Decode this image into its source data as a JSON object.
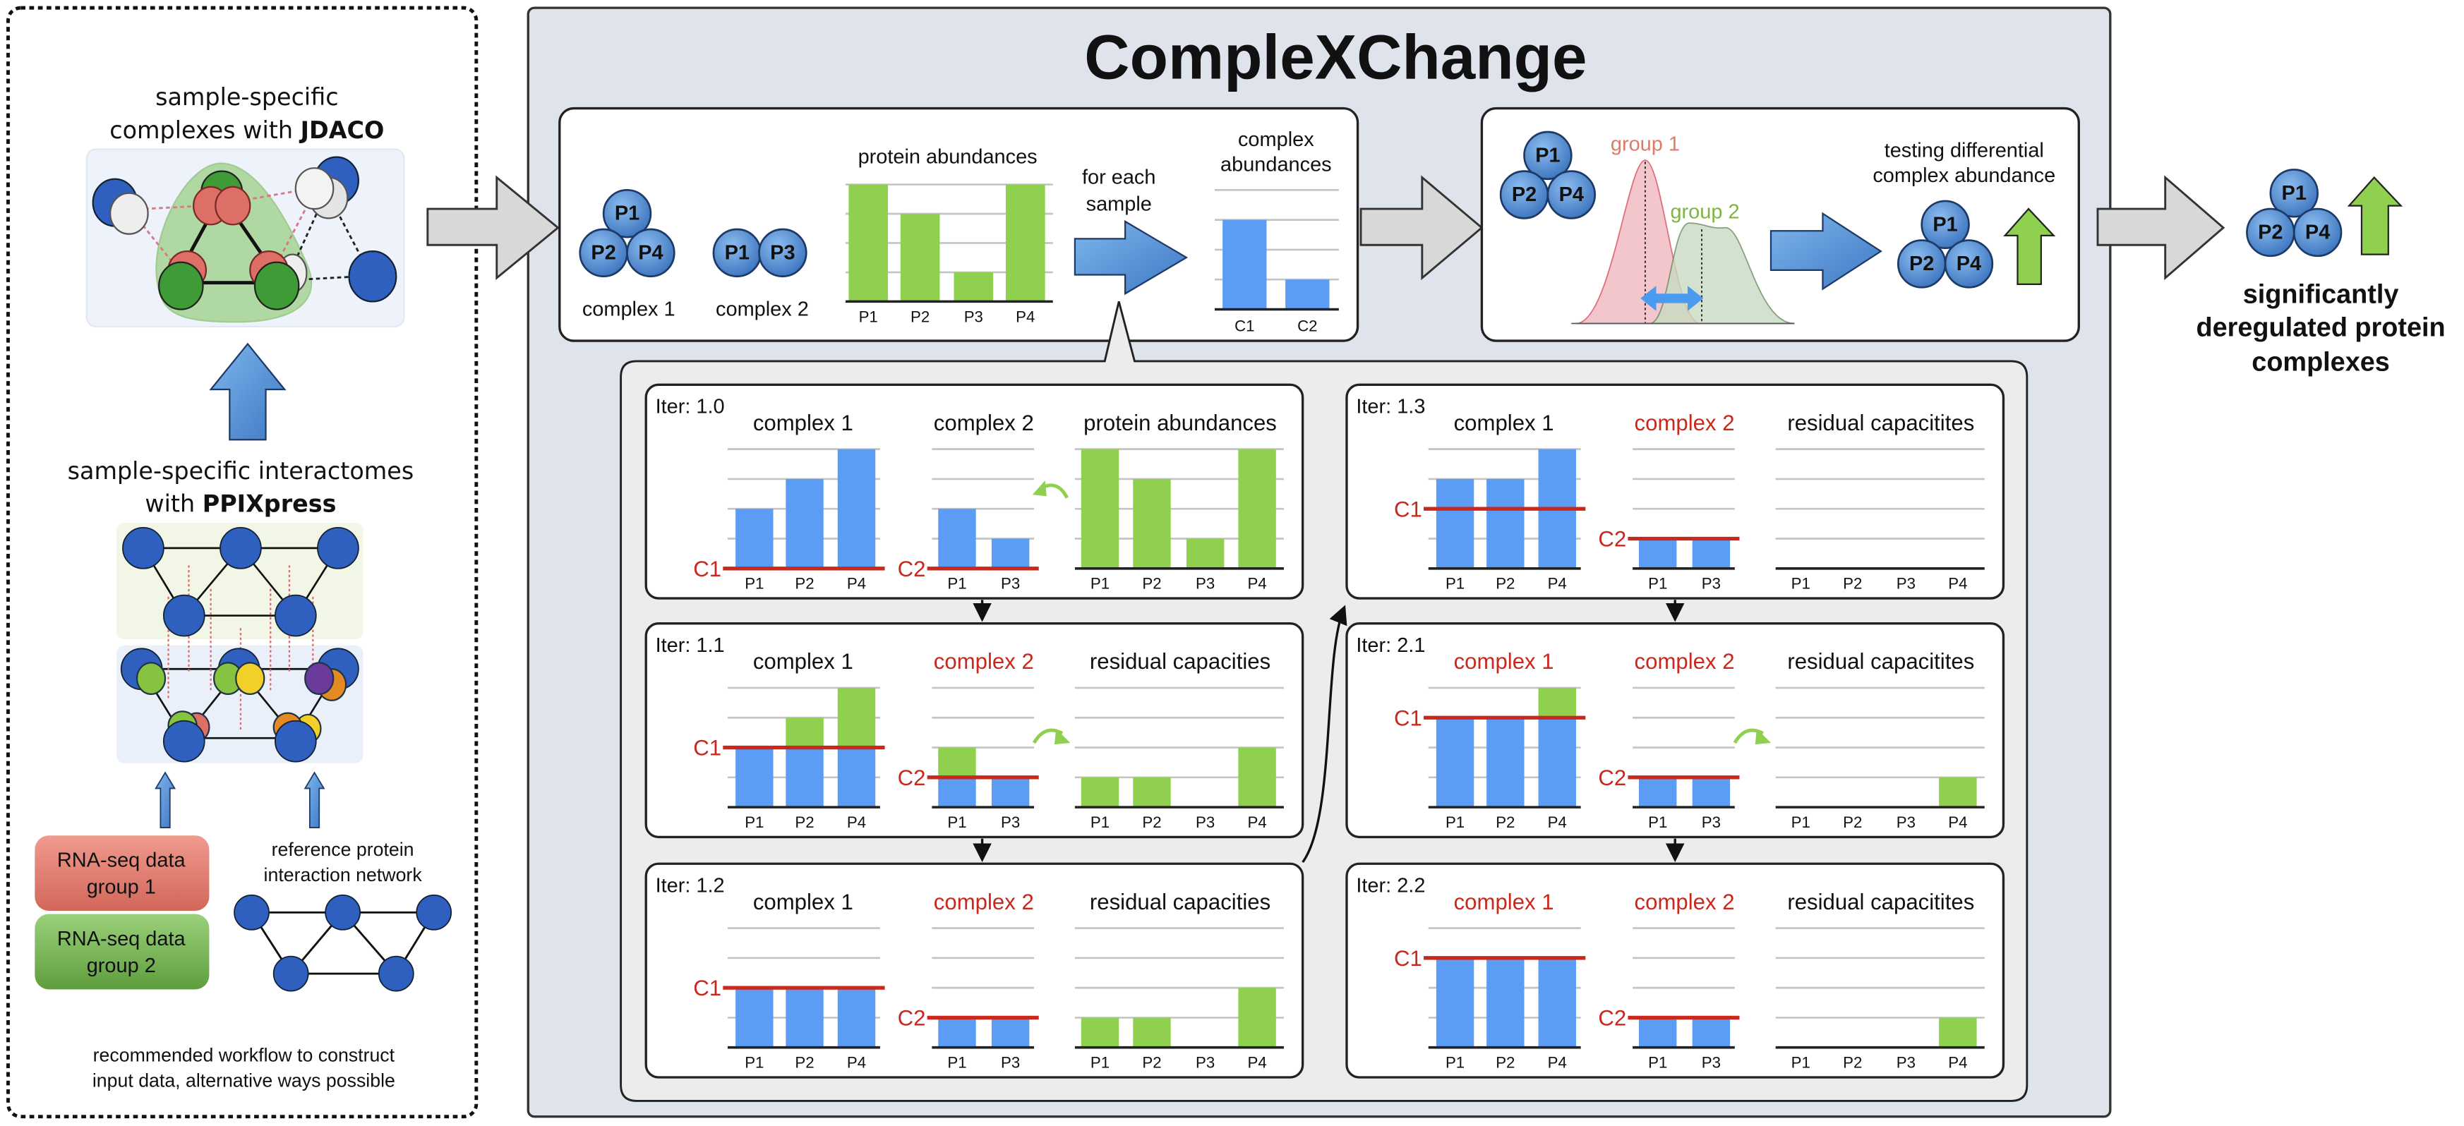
{
  "title": "CompleXChange",
  "colors": {
    "blue_bar": "#5b9cf5",
    "green_bar": "#8fd14f",
    "threshold": "#c9281c",
    "highlight_title": "#c9281c",
    "group1": "#e07a68",
    "group2": "#7db544",
    "panel_background": "#dfe4ec",
    "iteration_background": "#ececec"
  },
  "left_panel": {
    "jdaco_title_line1": "sample-specific",
    "jdaco_title_line2_prefix": "complexes with ",
    "jdaco_title_line2_bold": "JDACO",
    "ppi_title_line1": "sample-specific interactomes",
    "ppi_title_line2_prefix": "with ",
    "ppi_title_line2_bold": "PPIXpress",
    "rna_group1": [
      "RNA-seq data",
      "group 1"
    ],
    "rna_group2": [
      "RNA-seq data",
      "group 2"
    ],
    "reference_network": [
      "reference protein",
      "interaction network"
    ],
    "footnote": [
      "recommended workflow to construct",
      "input data, alternative ways possible"
    ]
  },
  "overview": {
    "complex1": {
      "label": "complex 1",
      "proteins": [
        "P1",
        "P2",
        "P4"
      ]
    },
    "complex2": {
      "label": "complex 2",
      "proteins": [
        "P1",
        "P3"
      ]
    },
    "protein_abundances": {
      "title": "protein abundances",
      "categories": [
        "P1",
        "P2",
        "P3",
        "P4"
      ],
      "values": [
        4,
        3,
        1,
        4
      ]
    },
    "for_each_sample": [
      "for each",
      "sample"
    ],
    "complex_abundances": {
      "title": [
        "complex",
        "abundances"
      ],
      "categories": [
        "C1",
        "C2"
      ],
      "values": [
        3,
        1
      ]
    }
  },
  "testing": {
    "complex_proteins": [
      "P1",
      "P2",
      "P4"
    ],
    "group1": "group 1",
    "group2": "group 2",
    "title": [
      "testing differential",
      "complex abundance"
    ],
    "result_proteins": [
      "P1",
      "P2",
      "P4"
    ],
    "direction": "up"
  },
  "result": {
    "proteins": [
      "P1",
      "P2",
      "P4"
    ],
    "direction": "up",
    "label": [
      "significantly",
      "deregulated protein",
      "complexes"
    ]
  },
  "iterations": [
    {
      "label": "Iter: 1.0",
      "flow_arrow": "left",
      "charts": [
        {
          "title": "complex 1",
          "highlighted": false,
          "categories": [
            "P1",
            "P2",
            "P4"
          ],
          "base": [
            2,
            3,
            4
          ],
          "excess": [
            0,
            0,
            0
          ],
          "threshold_label": "C1",
          "threshold": 0
        },
        {
          "title": "complex 2",
          "highlighted": false,
          "categories": [
            "P1",
            "P3"
          ],
          "base": [
            2,
            1
          ],
          "excess": [
            0,
            0
          ],
          "threshold_label": "C2",
          "threshold": 0
        },
        {
          "title": "protein abundances",
          "highlighted": false,
          "categories": [
            "P1",
            "P2",
            "P3",
            "P4"
          ],
          "values": [
            4,
            3,
            1,
            4
          ]
        }
      ]
    },
    {
      "label": "Iter: 1.1",
      "flow_arrow": "right",
      "charts": [
        {
          "title": "complex 1",
          "highlighted": false,
          "categories": [
            "P1",
            "P2",
            "P4"
          ],
          "base": [
            2,
            2,
            2
          ],
          "excess": [
            0,
            1,
            2
          ],
          "threshold_label": "C1",
          "threshold": 2
        },
        {
          "title": "complex 2",
          "highlighted": true,
          "categories": [
            "P1",
            "P3"
          ],
          "base": [
            1,
            1
          ],
          "excess": [
            1,
            0
          ],
          "threshold_label": "C2",
          "threshold": 1
        },
        {
          "title": "residual capacities",
          "highlighted": false,
          "categories": [
            "P1",
            "P2",
            "P3",
            "P4"
          ],
          "values": [
            1,
            1,
            0,
            2
          ]
        }
      ]
    },
    {
      "label": "Iter: 1.2",
      "flow_arrow": null,
      "charts": [
        {
          "title": "complex 1",
          "highlighted": false,
          "categories": [
            "P1",
            "P2",
            "P4"
          ],
          "base": [
            2,
            2,
            2
          ],
          "excess": [
            0,
            0,
            0
          ],
          "threshold_label": "C1",
          "threshold": 2
        },
        {
          "title": "complex 2",
          "highlighted": true,
          "categories": [
            "P1",
            "P3"
          ],
          "base": [
            1,
            1
          ],
          "excess": [
            0,
            0
          ],
          "threshold_label": "C2",
          "threshold": 1
        },
        {
          "title": "residual capacities",
          "highlighted": false,
          "categories": [
            "P1",
            "P2",
            "P3",
            "P4"
          ],
          "values": [
            1,
            1,
            0,
            2
          ]
        }
      ]
    },
    {
      "label": "Iter: 1.3",
      "flow_arrow": null,
      "charts": [
        {
          "title": "complex 1",
          "highlighted": false,
          "categories": [
            "P1",
            "P2",
            "P4"
          ],
          "base": [
            3,
            3,
            4
          ],
          "excess": [
            0,
            0,
            0
          ],
          "threshold_label": "C1",
          "threshold": 2
        },
        {
          "title": "complex 2",
          "highlighted": true,
          "categories": [
            "P1",
            "P3"
          ],
          "base": [
            1,
            1
          ],
          "excess": [
            0,
            0
          ],
          "threshold_label": "C2",
          "threshold": 1
        },
        {
          "title": "residual capacitites",
          "highlighted": false,
          "categories": [
            "P1",
            "P2",
            "P3",
            "P4"
          ],
          "values": [
            0,
            0,
            0,
            0
          ]
        }
      ]
    },
    {
      "label": "Iter: 2.1",
      "flow_arrow": "right",
      "charts": [
        {
          "title": "complex 1",
          "highlighted": true,
          "categories": [
            "P1",
            "P2",
            "P4"
          ],
          "base": [
            3,
            3,
            3
          ],
          "excess": [
            0,
            0,
            1
          ],
          "threshold_label": "C1",
          "threshold": 3
        },
        {
          "title": "complex 2",
          "highlighted": true,
          "categories": [
            "P1",
            "P3"
          ],
          "base": [
            1,
            1
          ],
          "excess": [
            0,
            0
          ],
          "threshold_label": "C2",
          "threshold": 1
        },
        {
          "title": "residual capacitites",
          "highlighted": false,
          "categories": [
            "P1",
            "P2",
            "P3",
            "P4"
          ],
          "values": [
            0,
            0,
            0,
            1
          ]
        }
      ]
    },
    {
      "label": "Iter: 2.2",
      "flow_arrow": null,
      "charts": [
        {
          "title": "complex 1",
          "highlighted": true,
          "categories": [
            "P1",
            "P2",
            "P4"
          ],
          "base": [
            3,
            3,
            3
          ],
          "excess": [
            0,
            0,
            0
          ],
          "threshold_label": "C1",
          "threshold": 3
        },
        {
          "title": "complex 2",
          "highlighted": true,
          "categories": [
            "P1",
            "P3"
          ],
          "base": [
            1,
            1
          ],
          "excess": [
            0,
            0
          ],
          "threshold_label": "C2",
          "threshold": 1
        },
        {
          "title": "residual capacitites",
          "highlighted": false,
          "categories": [
            "P1",
            "P2",
            "P3",
            "P4"
          ],
          "values": [
            0,
            0,
            0,
            1
          ]
        }
      ]
    }
  ]
}
